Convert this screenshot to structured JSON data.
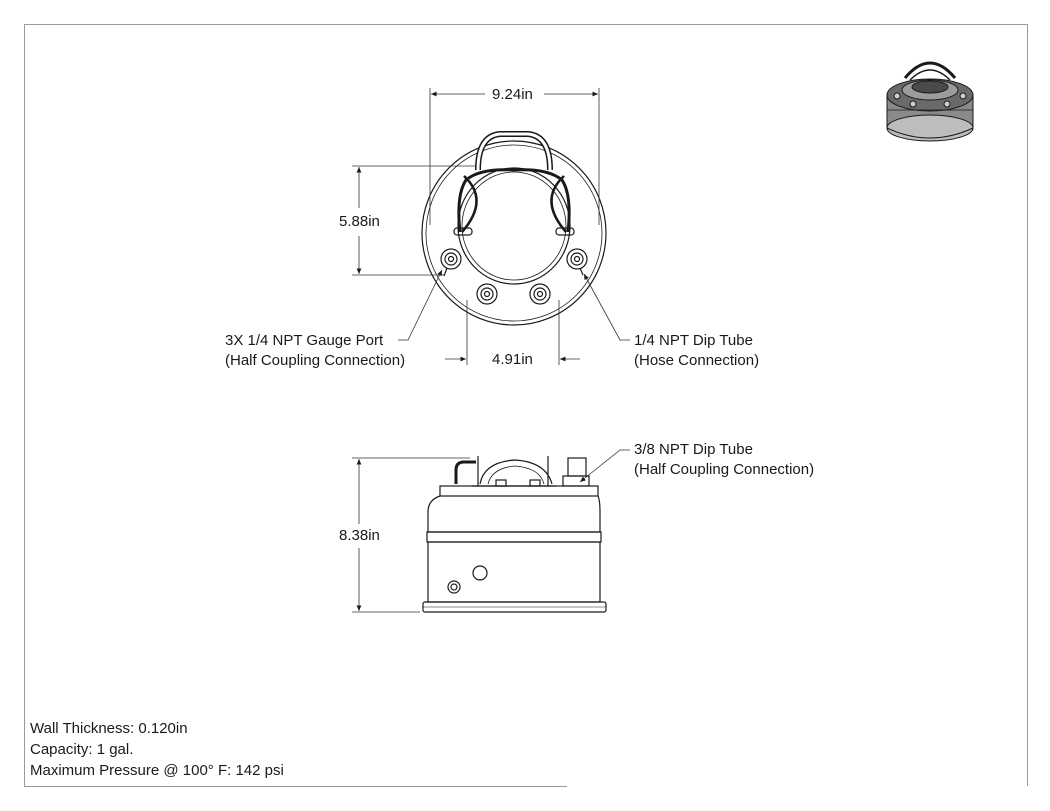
{
  "dimensions": {
    "top_width": "9.24in",
    "top_height": "5.88in",
    "port_spacing": "4.91in",
    "side_height": "8.38in"
  },
  "callouts": {
    "gauge_port": {
      "line1": "3X 1/4 NPT Gauge Port",
      "line2": "(Half Coupling Connection)"
    },
    "dip_tube_hose": {
      "line1": "1/4 NPT Dip Tube",
      "line2": "(Hose Connection)"
    },
    "dip_tube_coupling": {
      "line1": "3/8 NPT Dip Tube",
      "line2": "(Half Coupling Connection)"
    }
  },
  "specs": {
    "wall_thickness": "Wall Thickness: 0.120in",
    "capacity": "Capacity: 1 gal.",
    "max_pressure": "Maximum Pressure @ 100° F: 142 psi"
  },
  "colors": {
    "line": "#1a1a1a",
    "dim_line": "#333333",
    "frame": "#9a9a9a"
  }
}
